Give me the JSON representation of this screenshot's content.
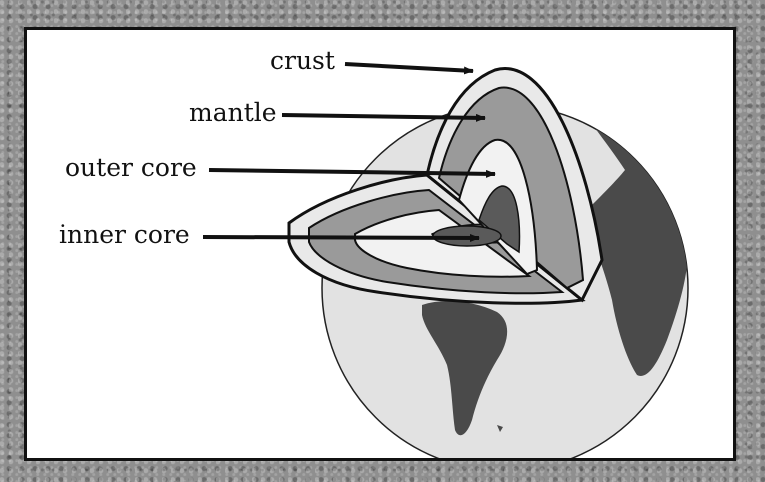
{
  "diagram": {
    "layers": [
      {
        "key": "crust",
        "label": "crust"
      },
      {
        "key": "mantle",
        "label": "mantle"
      },
      {
        "key": "outer_core",
        "label": "outer core"
      },
      {
        "key": "inner_core",
        "label": "inner core"
      }
    ],
    "colors": {
      "frame": "#8f8f8f",
      "globe_ocean": "#e2e2e2",
      "land": "#4a4a4a",
      "crust": "#e9e9e9",
      "mantle": "#9a9a9a",
      "outer_core": "#f2f2f2",
      "inner_core": "#5a5a5a",
      "outline": "#111111"
    }
  }
}
